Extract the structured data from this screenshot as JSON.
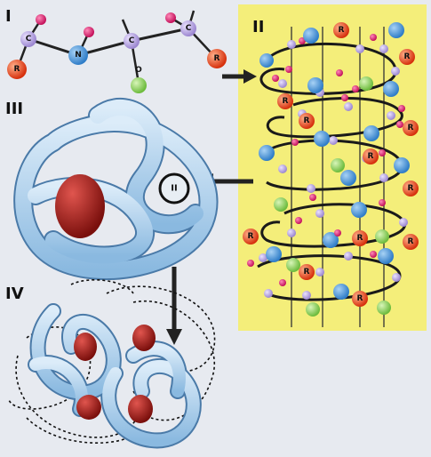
{
  "panels": {
    "primary": "I",
    "secondary": "II",
    "tertiary": "III",
    "quaternary": "IV"
  },
  "backbone_atoms": {
    "c1": "C",
    "n": "N",
    "c2": "C",
    "o": "O",
    "c3": "C",
    "r1": "R",
    "r2": "R"
  },
  "helix_r_label": "R",
  "zoom_label": "II",
  "colors": {
    "background": "#e7eaf0",
    "helix_panel": "#f4ee7a",
    "ribbon": "#a9cdea",
    "heme": "#b3201c",
    "carbon": "#b9a8df",
    "nitrogen": "#3f8ed8",
    "oxygen": "#8cd05e",
    "hydrogen": "#d4186a",
    "r_group": "#e8421c"
  }
}
